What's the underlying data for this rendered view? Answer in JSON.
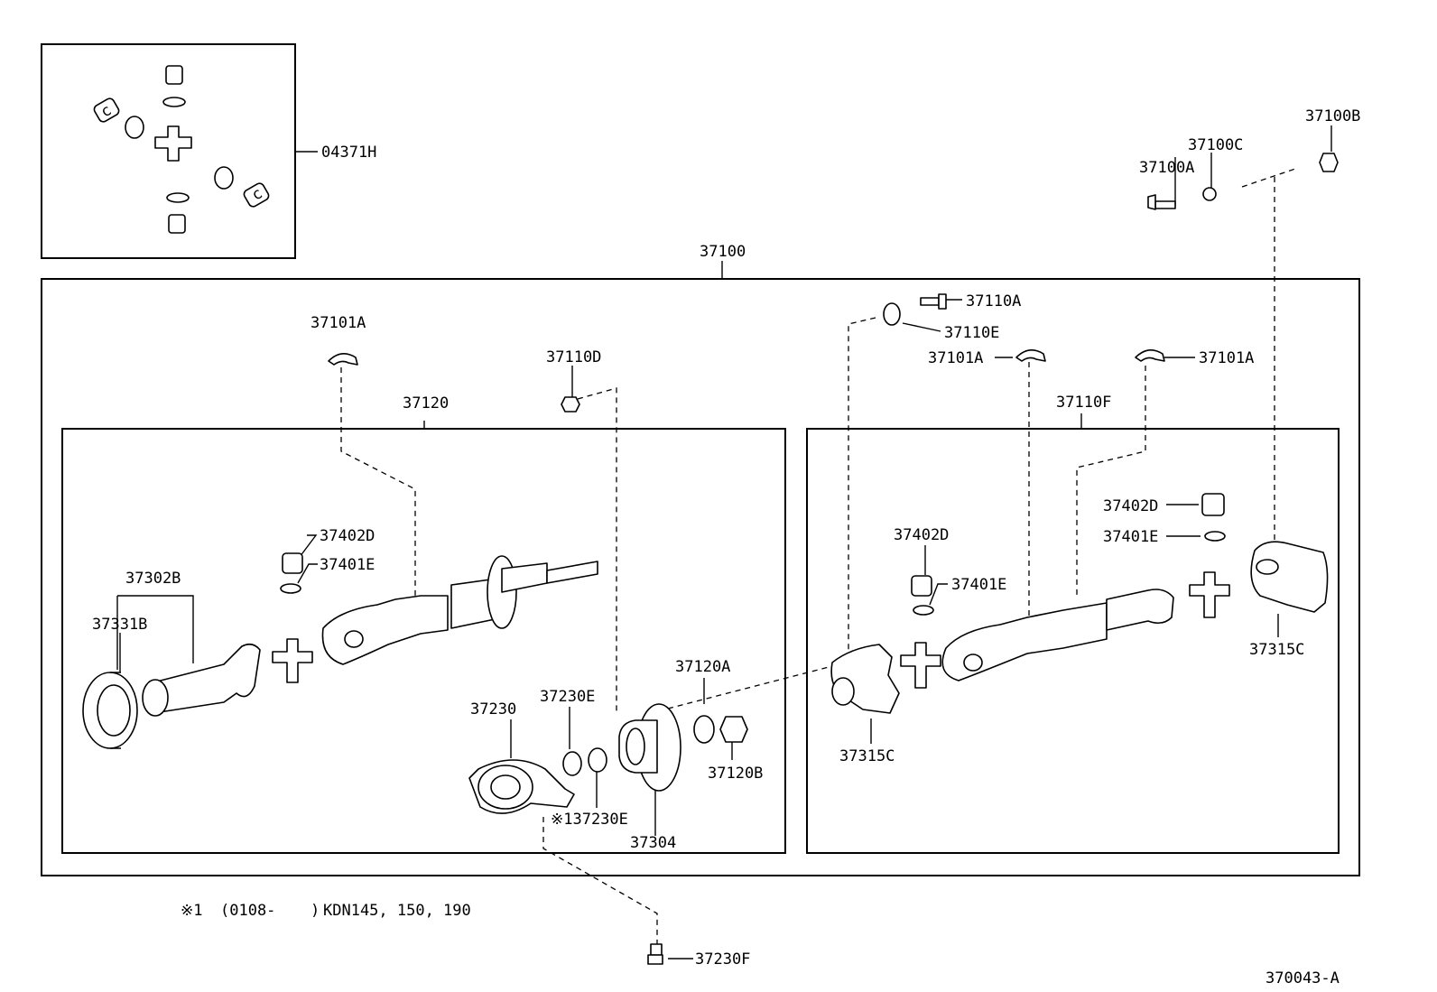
{
  "diagram": {
    "ref_code": "370043-A",
    "footnote": {
      "mark": "※1",
      "open": "(0108-",
      "close": ")",
      "models": "KDN145, 150, 190"
    },
    "labels": {
      "p04371H": "04371H",
      "p37100": "37100",
      "p37100A": "37100A",
      "p37100B": "37100B",
      "p37100C": "37100C",
      "p37101A_left": "37101A",
      "p37110D": "37110D",
      "p37120": "37120",
      "p37110A": "37110A",
      "p37110E": "37110E",
      "p37101A_mid": "37101A",
      "p37101A_right": "37101A",
      "p37110F": "37110F",
      "p37402D_left": "37402D",
      "p37401E_left": "37401E",
      "p37302B": "37302B",
      "p37331B": "37331B",
      "p37120A": "37120A",
      "p37230E": "37230E",
      "p37230": "37230",
      "p37120B": "37120B",
      "p37230E_note": "※137230E",
      "p37304": "37304",
      "p37402D_mid": "37402D",
      "p37401E_mid": "37401E",
      "p37402D_right": "37402D",
      "p37401E_right": "37401E",
      "p37315C_left": "37315C",
      "p37315C_right": "37315C",
      "p37230F": "37230F"
    }
  }
}
